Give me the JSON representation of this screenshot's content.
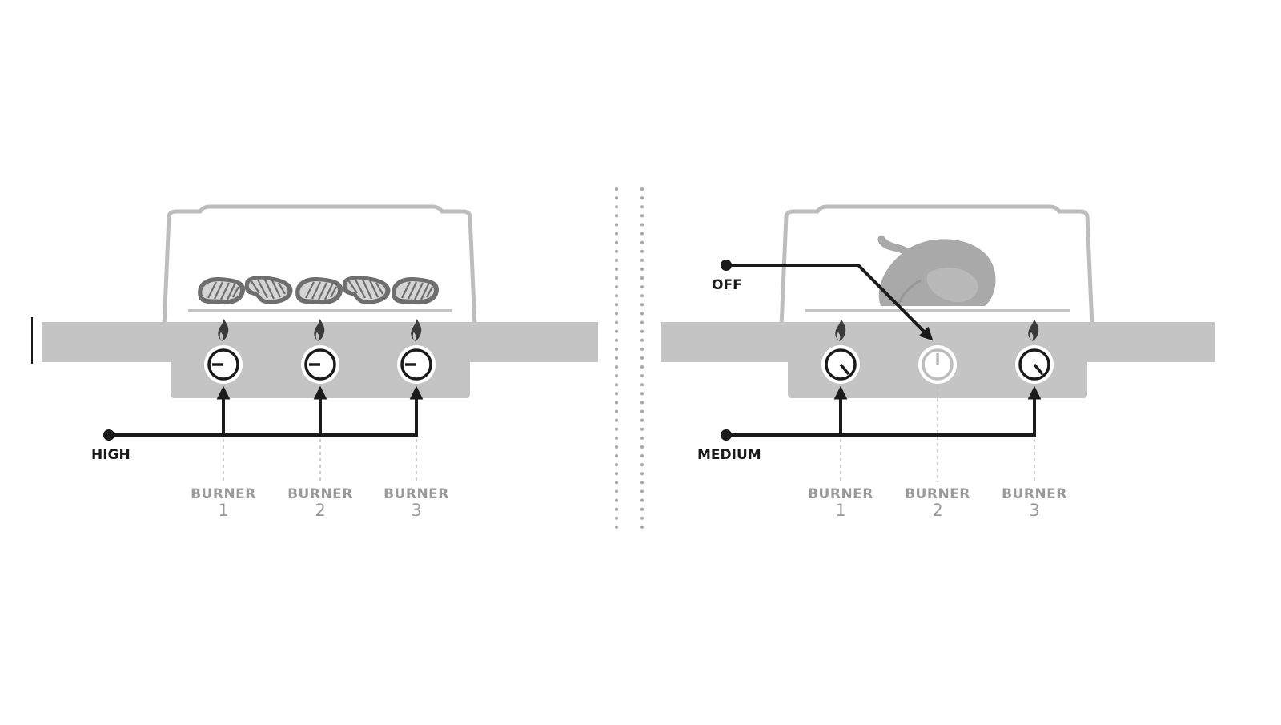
{
  "panels": [
    {
      "level_label": "HIGH",
      "burners": [
        {
          "word": "BURNER",
          "number": "1",
          "state": "high"
        },
        {
          "word": "BURNER",
          "number": "2",
          "state": "high"
        },
        {
          "word": "BURNER",
          "number": "3",
          "state": "high"
        }
      ],
      "food": "steaks"
    },
    {
      "level_label": "MEDIUM",
      "off_label": "OFF",
      "burners": [
        {
          "word": "BURNER",
          "number": "1",
          "state": "medium"
        },
        {
          "word": "BURNER",
          "number": "2",
          "state": "off"
        },
        {
          "word": "BURNER",
          "number": "3",
          "state": "medium"
        }
      ],
      "food": "roast-chicken"
    }
  ],
  "colors": {
    "grill_body": "#c4c4c4",
    "lid_outline": "#bdbdbd",
    "line": "#1a1a1a",
    "label_gray": "#9a9a9a",
    "chicken": "#a9a9a9",
    "steak": "#6e6e6e"
  }
}
